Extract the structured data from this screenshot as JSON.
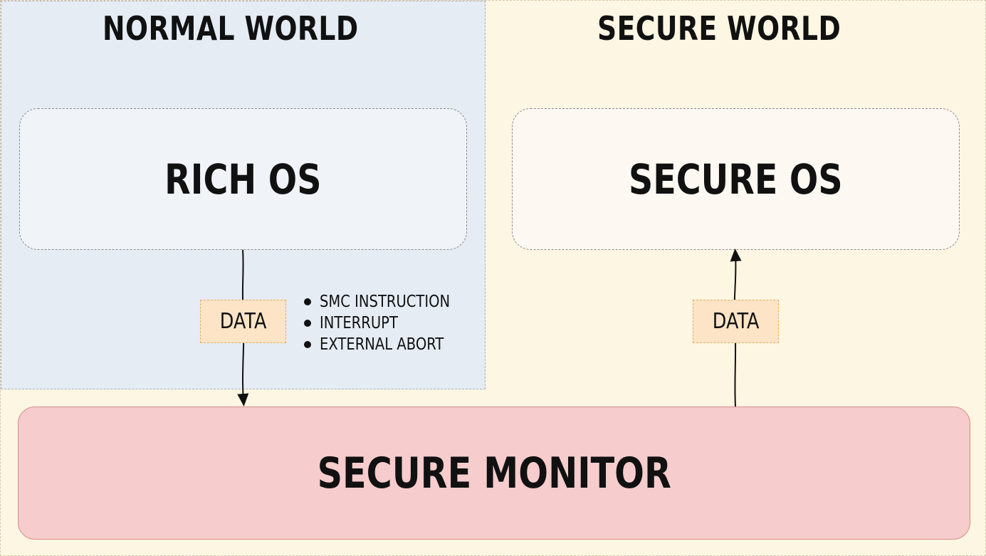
{
  "worlds": {
    "normal": {
      "title": "NORMAL WORLD",
      "os_label": "RICH OS",
      "data_label": "DATA"
    },
    "secure": {
      "title": "SECURE WORLD",
      "os_label": "SECURE OS",
      "data_label": "DATA"
    }
  },
  "triggers": [
    "SMC INSTRUCTION",
    "INTERRUPT",
    "EXTERNAL ABORT"
  ],
  "monitor": {
    "label": "SECURE MONITOR"
  },
  "colors": {
    "normal_world_bg": "#e5ecf4",
    "secure_world_bg": "#fdf6e3",
    "monitor_bg": "#f6cccc",
    "data_bg": "#fde4c6"
  }
}
